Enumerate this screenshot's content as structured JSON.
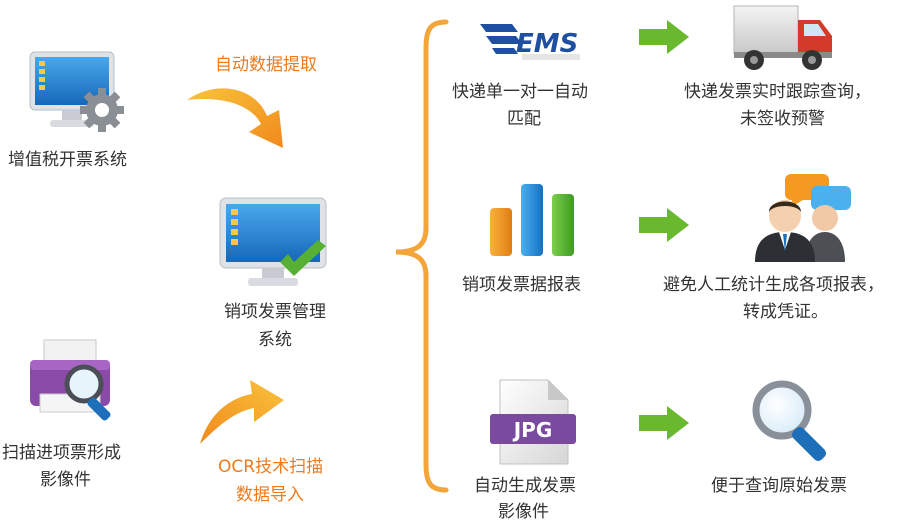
{
  "left": {
    "vat_system": "增值税开票系统",
    "auto_extract": "自动数据提取",
    "sales_system_line1": "销项发票管理",
    "sales_system_line2": "系统",
    "ocr_line1": "OCR技术扫描",
    "ocr_line2": "数据导入",
    "scan_line1": "扫描进项票形成",
    "scan_line2": "影像件"
  },
  "middle": {
    "ems_logo": "EMS",
    "match_line1": "快递单一对一自动",
    "match_line2": "匹配",
    "report": "销项发票据报表",
    "jpg_label": "JPG",
    "image_line1": "自动生成发票",
    "image_line2": "影像件"
  },
  "right": {
    "track_line1": "快递发票实时跟踪查询，",
    "track_line2": "未签收预警",
    "avoid_line1": "避免人工统计生成各项报表，",
    "avoid_line2": "转成凭证。",
    "query": "便于查询原始发票"
  },
  "colors": {
    "accent_orange": "#f07a1a",
    "arrow_green": "#6ab82e",
    "brace_orange": "#f3a53a",
    "monitor_blue": "#1e86d6"
  }
}
